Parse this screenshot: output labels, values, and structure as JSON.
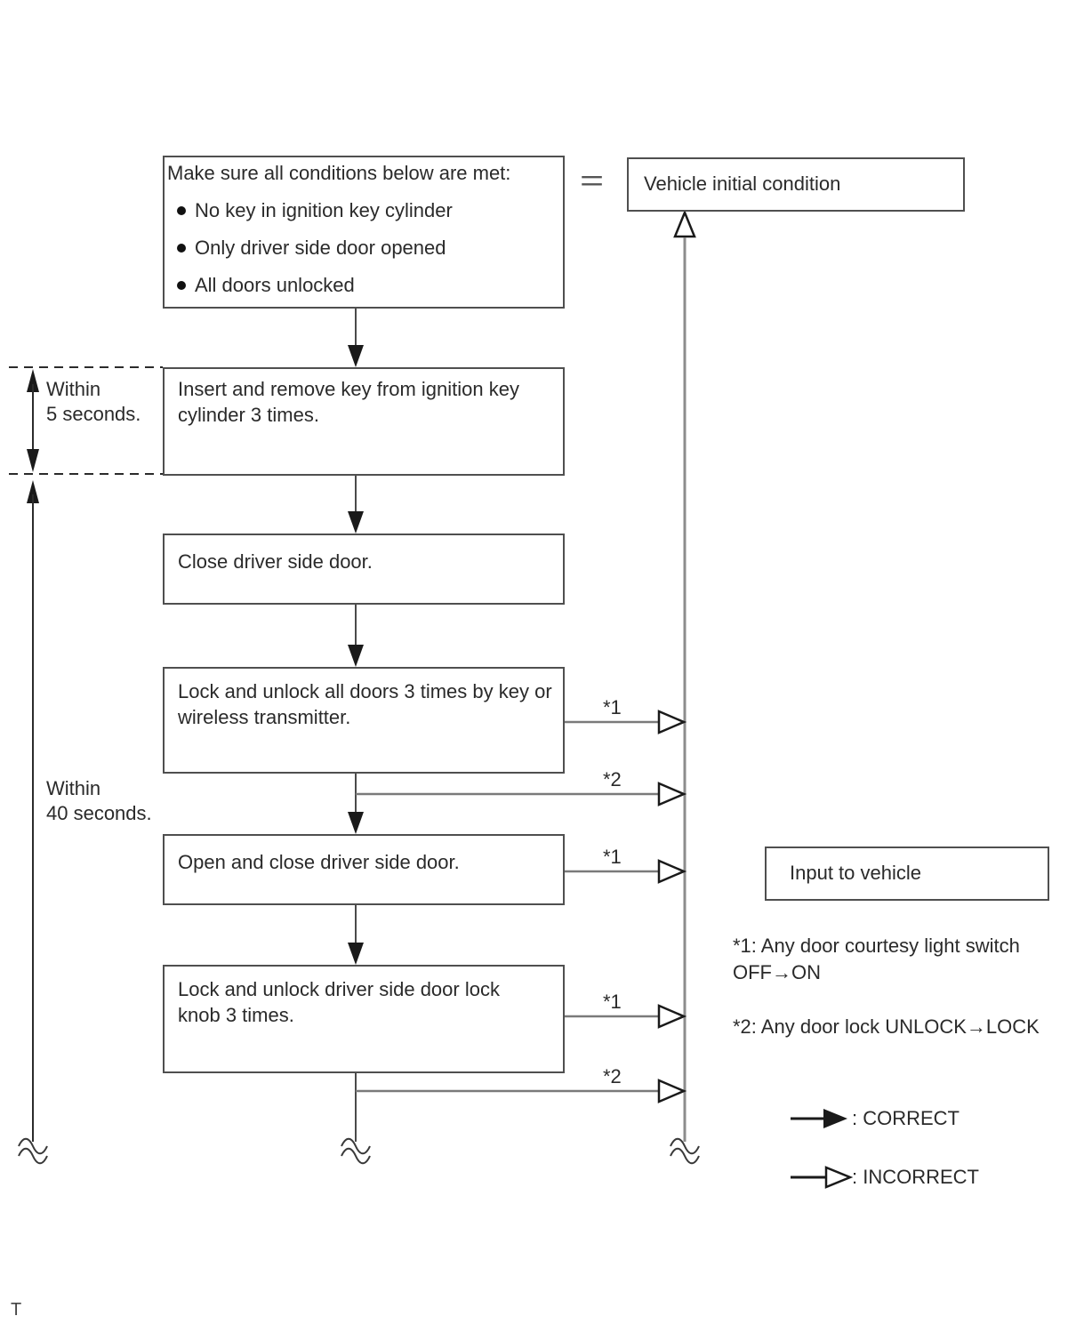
{
  "flow": {
    "condition_box": {
      "title": "Make sure all conditions below are met:",
      "bullets": [
        "No key in ignition key cylinder",
        "Only driver side door opened",
        "All doors unlocked"
      ]
    },
    "equals": "=",
    "vehicle_initial_box": "Vehicle initial condition",
    "steps": {
      "insert_key": "Insert and remove key from ignition key cylinder 3 times.",
      "close_door": "Close driver side door.",
      "lock_unlock_all": "Lock and unlock all doors 3 times by key or wireless transmitter.",
      "open_close_door": "Open and close driver side door.",
      "lock_knob": "Lock and unlock driver side door lock knob 3 times."
    },
    "timer_5s": {
      "line1": "Within",
      "line2": "5 seconds."
    },
    "timer_40s": {
      "line1": "Within",
      "line2": "40 seconds."
    },
    "input_box": "Input to vehicle",
    "branch_labels": {
      "lock_all_b1": "*1",
      "lock_all_b2": "*2",
      "open_close_b1": "*1",
      "lock_knob_b1": "*1",
      "lock_knob_b2": "*2"
    },
    "footnotes": {
      "note1_line1": "*1: Any door courtesy light switch",
      "note1_line2": "OFF→ON",
      "note2": "*2: Any door lock UNLOCK→LOCK"
    },
    "legend": {
      "correct": ":  CORRECT",
      "incorrect": ":  INCORRECT"
    },
    "page_marker": "T",
    "colors": {
      "box_border": "#4f4f4f",
      "text": "#2a2a2a",
      "flow_line": "#4a4a4a",
      "branch_line": "#7a7a7a",
      "bus_line": "#8c8c8c",
      "arrow_fill": "#1a1a1a"
    }
  }
}
